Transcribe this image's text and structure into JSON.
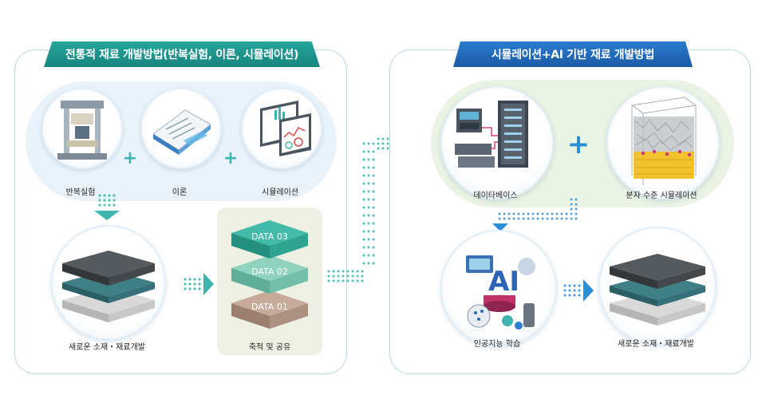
{
  "left_panel": {
    "title": "전통적 재료 개발방법(반복실험, 이론, 시뮬레이션)",
    "items": [
      {
        "label": "반복실험"
      },
      {
        "label": "이론"
      },
      {
        "label": "시뮬레이션"
      }
    ],
    "result_label": "새로운 소재・재료개발"
  },
  "data_stack": {
    "layers": [
      "DATA 03",
      "DATA 02",
      "DATA 01"
    ],
    "label": "축적 및 공유"
  },
  "right_panel": {
    "title": "시뮬레이션+AI 기반 재료 개발방법",
    "items": [
      {
        "label": "데이타베이스"
      },
      {
        "label": "분자 수준 시뮬레이션"
      }
    ],
    "ai_label": "인공지능 학습",
    "result_label": "새로운 소재・재료개발"
  },
  "colors": {
    "teal": "#3fb5b0",
    "blue": "#1b5fa8",
    "layer3": "#3db5a6",
    "layer2": "#7ccbb6",
    "layer1": "#b59a8a"
  }
}
